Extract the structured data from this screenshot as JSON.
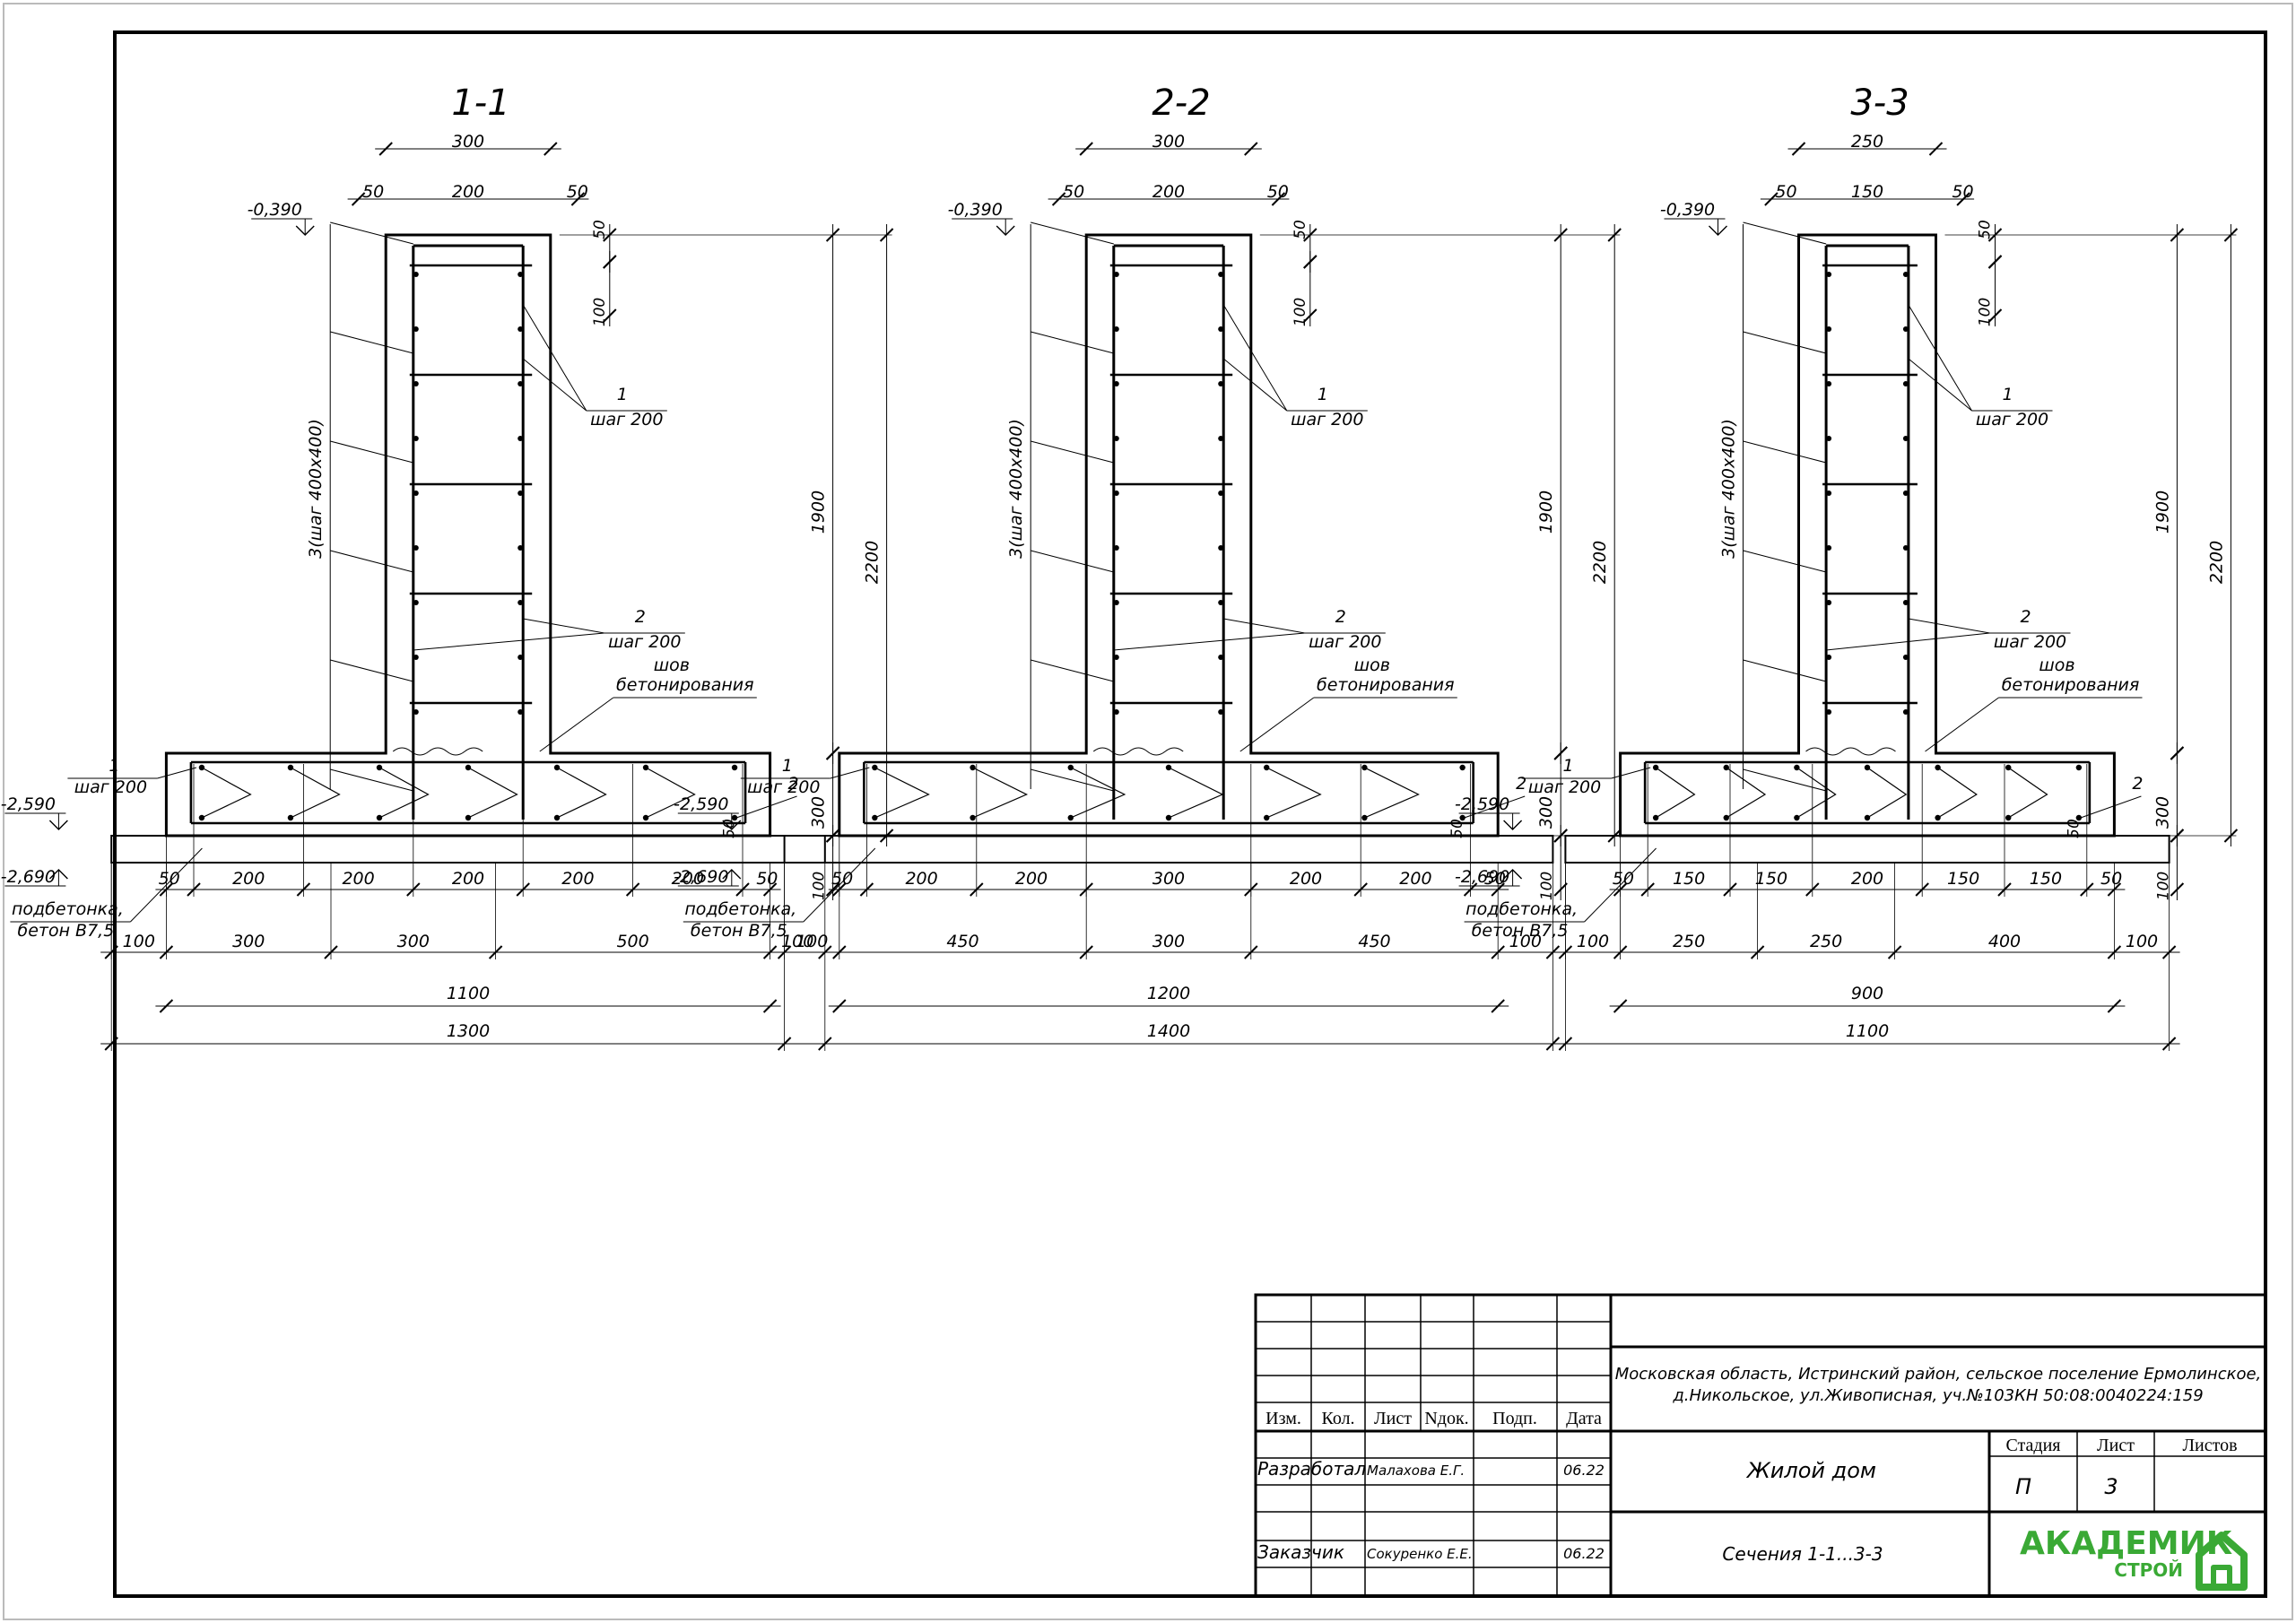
{
  "sections": [
    {
      "title": "1-1",
      "elev_top": "-0,390",
      "elev_slab": "-2,590",
      "elev_base": "-2,690",
      "wall_width": "300",
      "wall_parts": [
        "50",
        "200",
        "50"
      ],
      "cover_top": "50",
      "cover_side": "100",
      "note_1": "1",
      "note_1_step": "шаг 200",
      "note_2": "2",
      "note_2_step": "шаг 200",
      "note_3": "3(шаг 400х400)",
      "joint_1": "шов",
      "joint_2": "бетонирования",
      "foot_note_1": "1",
      "foot_note_1_step": "шаг 200",
      "foot_note_2": "2",
      "foot_cover": "50",
      "bedding_1": "подбетонка,",
      "bedding_2": "бетон В7,5",
      "h_wall": "1900",
      "h_total": "2200",
      "h_slab": "300",
      "h_base": "100",
      "bar_row": [
        "50",
        "200",
        "200",
        "200",
        "200",
        "200",
        "50"
      ],
      "mid_row": [
        "100",
        "300",
        "300",
        "500",
        "100"
      ],
      "slab_width": "1100",
      "base_width": "1300"
    },
    {
      "title": "2-2",
      "elev_top": "-0,390",
      "elev_slab": "-2,590",
      "elev_base": "-2,690",
      "wall_width": "300",
      "wall_parts": [
        "50",
        "200",
        "50"
      ],
      "cover_top": "50",
      "cover_side": "100",
      "note_1": "1",
      "note_1_step": "шаг 200",
      "note_2": "2",
      "note_2_step": "шаг 200",
      "note_3": "3(шаг 400х400)",
      "joint_1": "шов",
      "joint_2": "бетонирования",
      "foot_note_1": "1",
      "foot_note_1_step": "шаг 200",
      "foot_note_2": "2",
      "foot_cover": "50",
      "bedding_1": "подбетонка,",
      "bedding_2": "бетон В7,5",
      "h_wall": "1900",
      "h_total": "2200",
      "h_slab": "300",
      "h_base": "100",
      "bar_row": [
        "50",
        "200",
        "200",
        "300",
        "200",
        "200",
        "50"
      ],
      "mid_row": [
        "100",
        "450",
        "300",
        "450",
        "100"
      ],
      "slab_width": "1200",
      "base_width": "1400"
    },
    {
      "title": "3-3",
      "elev_top": "-0,390",
      "elev_slab": "-2,590",
      "elev_base": "-2,690",
      "wall_width": "250",
      "wall_parts": [
        "50",
        "150",
        "50"
      ],
      "cover_top": "50",
      "cover_side": "100",
      "note_1": "1",
      "note_1_step": "шаг 200",
      "note_2": "2",
      "note_2_step": "шаг 200",
      "note_3": "3(шаг 400х400)",
      "joint_1": "шов",
      "joint_2": "бетонирования",
      "foot_note_1": "1",
      "foot_note_1_step": "шаг 200",
      "foot_note_2": "2",
      "foot_cover": "50",
      "bedding_1": "подбетонка,",
      "bedding_2": "бетон В7,5",
      "h_wall": "1900",
      "h_total": "2200",
      "h_slab": "300",
      "h_base": "100",
      "bar_row": [
        "50",
        "150",
        "150",
        "200",
        "150",
        "150",
        "50"
      ],
      "mid_row": [
        "100",
        "250",
        "250",
        "400",
        "100"
      ],
      "slab_width": "900",
      "base_width": "1100"
    }
  ],
  "title_block": {
    "headers": [
      "Изм.",
      "Кол.",
      "Лист",
      "Nдок.",
      "Подп.",
      "Дата"
    ],
    "developed_label": "Разработал",
    "developed_name": "Малахова Е.Г.",
    "developed_date": "06.22",
    "customer_label": "Заказчик",
    "customer_name": "Сокуренко Е.Е.",
    "customer_date": "06.22",
    "address_line1": "Московская область, Истринский район, сельское поселение Ермолинское,",
    "address_line2": "д.Никольское, ул.Живописная, уч.№103КН 50:08:0040224:159",
    "object": "Жилой дом",
    "sheet_title": "Сечения 1-1...3-3",
    "stage_label": "Стадия",
    "sheet_label": "Лист",
    "sheets_label": "Листов",
    "stage": "П",
    "sheet": "3",
    "sheets": ""
  },
  "logo": {
    "name": "АКАДЕМИК",
    "sub": "СТРОЙ",
    "color": "#3aa935",
    "icon": "house-icon"
  }
}
